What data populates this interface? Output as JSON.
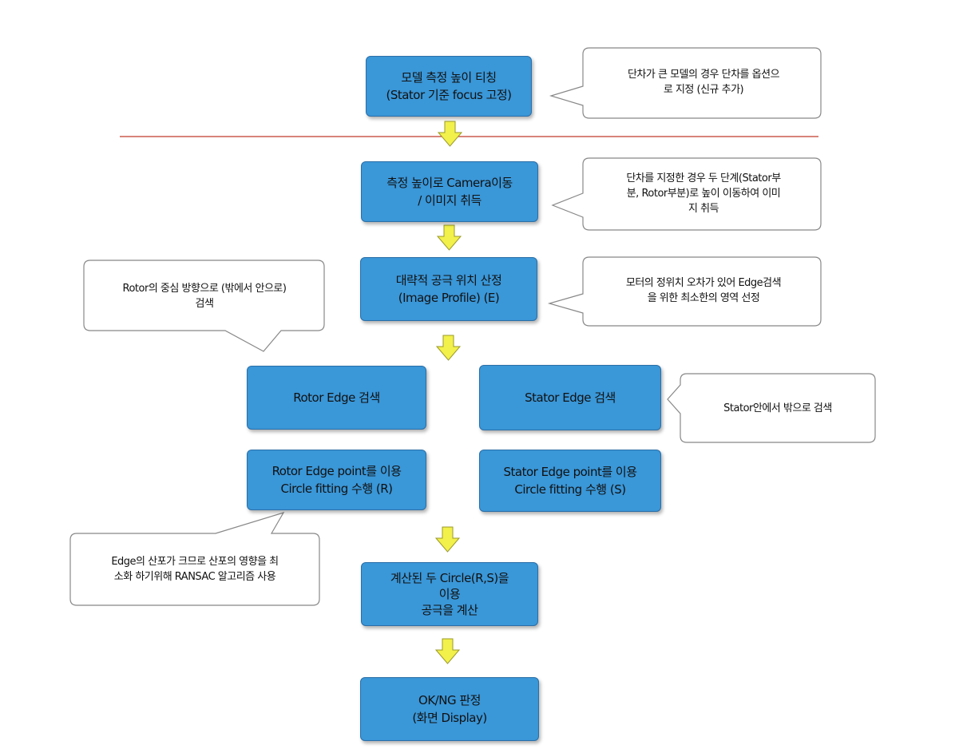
{
  "flow": {
    "step1": {
      "line1": "모델 측정 높이 티칭",
      "line2": "(Stator 기준 focus 고정)"
    },
    "step2": {
      "line1": "측정 높이로 Camera이동",
      "line2": "/ 이미지 취득"
    },
    "step3": {
      "line1": "대략적 공극 위치 산정",
      "line2": "(Image Profile) (E)"
    },
    "rotor_edge": {
      "line1": "Rotor Edge 검색"
    },
    "stator_edge": {
      "line1": "Stator Edge 검색"
    },
    "rotor_fit": {
      "line1": "Rotor Edge point를 이용",
      "line2": "Circle fitting 수행 (R)"
    },
    "stator_fit": {
      "line1": "Stator Edge point를 이용",
      "line2": "Circle fitting 수행 (S)"
    },
    "calc": {
      "line1": "계산된 두 Circle(R,S)을",
      "line2": "이용",
      "line3": "공극을 계산"
    },
    "result": {
      "line1": "OK/NG 판정",
      "line2": "(화면 Display)"
    }
  },
  "notes": {
    "n1": {
      "line1": "단차가 큰 모델의 경우 단차를 옵션으",
      "line2": "로 지정 (신규 추가)"
    },
    "n2": {
      "line1": "단차를 지정한 경우 두 단계(Stator부",
      "line2": "분, Rotor부분)로 높이 이동하여 이미",
      "line3": "지 취득"
    },
    "n3": {
      "line1": "모터의 정위치 오차가 있어 Edge검색",
      "line2": "을 위한 최소한의 영역 선정"
    },
    "n4": {
      "line1": "Rotor의 중심 방향으로 (밖에서 안으로)",
      "line2": "검색"
    },
    "n5": {
      "line1": "Stator안에서 밖으로 검색"
    },
    "n6": {
      "line1": "Edge의 산포가 크므로 산포의 영향을 최",
      "line2": "소화 하기위해 RANSAC 알고리즘 사용"
    }
  },
  "colors": {
    "box_fill": "#3a97d8",
    "arrow_fill": "#f2f04a",
    "divider": "#c0392b"
  }
}
